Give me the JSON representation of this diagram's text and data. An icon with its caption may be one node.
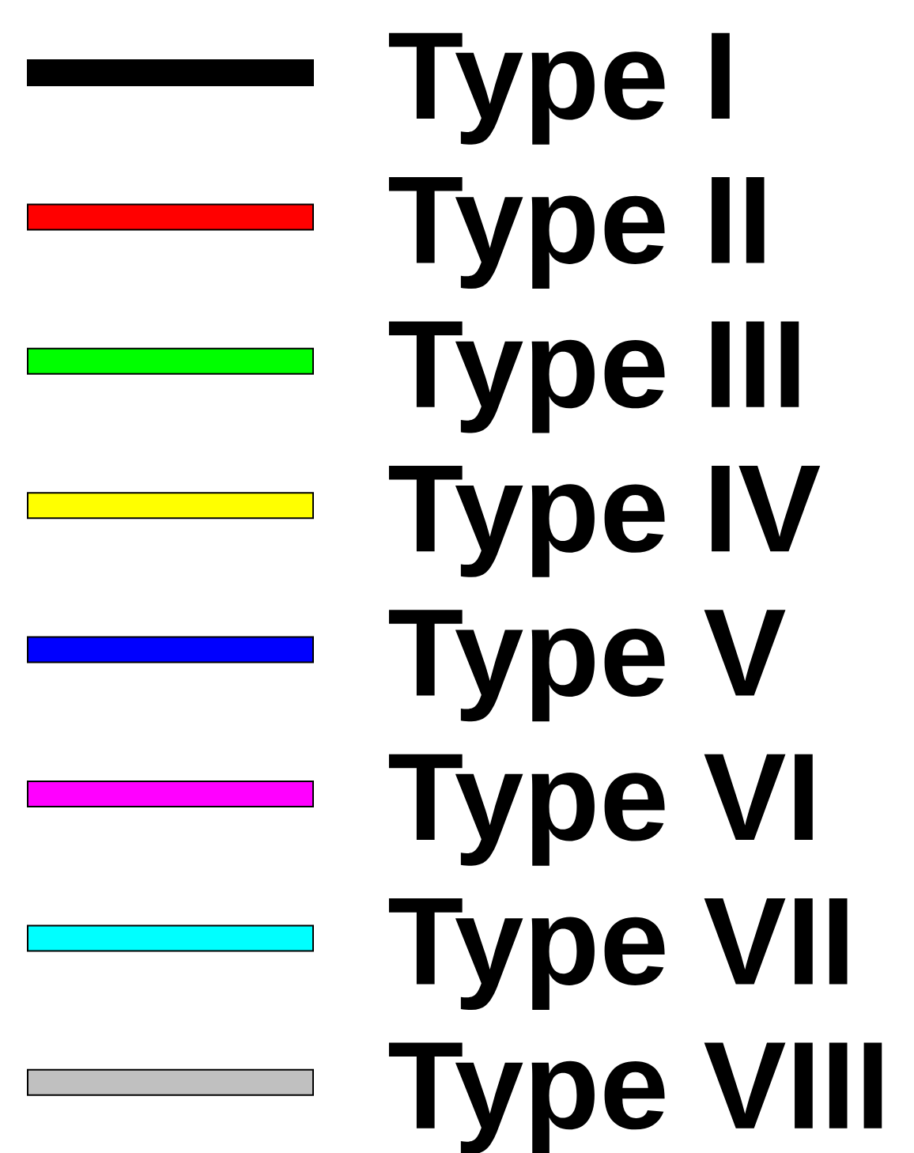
{
  "diagram": {
    "legend": [
      {
        "text": "Type I",
        "color": "#000000"
      },
      {
        "text": "Type II",
        "color": "#ff0000"
      },
      {
        "text": "Type III",
        "color": "#00ff00"
      },
      {
        "text": "Type IV",
        "color": "#ffff00"
      },
      {
        "text": "Type V",
        "color": "#0000ff"
      },
      {
        "text": "Type VI",
        "color": "#ff00ff"
      },
      {
        "text": "Type VII",
        "color": "#00ffff"
      },
      {
        "text": "Type VIII",
        "color": "#c0c0c0"
      }
    ]
  }
}
